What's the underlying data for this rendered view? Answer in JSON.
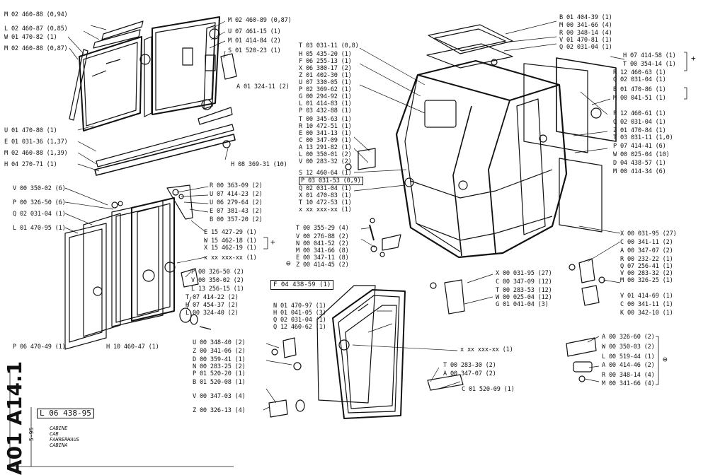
{
  "drawing": {
    "code": "A01 A14.1",
    "date": "5-95",
    "ref_box": "L 06 438-95",
    "titles": [
      "CABINE",
      "CAB",
      "FAHRERHAUS",
      "CABINA"
    ],
    "markers": {
      "plus": "+",
      "minus": "⊖"
    }
  },
  "labels": {
    "top_left_left": [
      "M 02 460-88 (0,94)",
      "L 02 460-87 (0,85)",
      "W 01 470-82 (1)",
      "M 02 460-88 (0,87)"
    ],
    "top_left_right": [
      "M 02 460-89 (0,87)",
      "U 07 461-15 (1)",
      "M 01 414-84 (2)",
      "S 01 520-23 (1)"
    ],
    "a01": "A 01 324-11 (2)",
    "window_lower": [
      "U 01 470-80 (1)",
      "E 01 031-36 (1,37)",
      "M 02 460-88 (1,39)",
      "H 04 270-71 (1)"
    ],
    "h08": "H 08 369-31 (10)",
    "door_left": [
      "V 00 350-02 (6)",
      "P 00 326-50 (6)",
      "Q 02 031-04 (1)",
      "L 01 470-95 (1)"
    ],
    "door_hinge": [
      "R 00 363-09 (2)",
      "U 07 414-23 (2)",
      "U 06 279-64 (2)",
      "E 07 381-43 (2)",
      "B 00 357-20 (2)"
    ],
    "door_mid": [
      "E 15 427-29 (1)",
      "W 15 462-18 (1)",
      "X 15 462-19 (1)",
      "x xx xxx-xx (1)"
    ],
    "door_lower": [
      "P 00 326-50 (2)",
      "V 00 350-02 (2)",
      "L 13 256-15 (1)"
    ],
    "door_bottom": [
      "T 07 414-22 (2)",
      "H 07 454-37 (2)",
      "L 00 324-40 (2)"
    ],
    "p06": "P 06 470-49 (1)",
    "h10": "H 10 460-47 (1)",
    "cab_left": [
      "T 03 031-11 (0,8)",
      "H 05 435-20 (1)",
      "F 06 255-13 (1)",
      "X 06 380-17 (2)",
      "Z 01 402-30 (1)",
      "U 07 330-05 (1)",
      "P 02 369-62 (1)",
      "G 00 294-92 (1)",
      "L 01 414-83 (1)",
      "P 03 432-88 (1)",
      "T 00 345-63 (1)",
      "R 10 472-51 (1)",
      "E 00 341-13 (1)",
      "C 00 347-09 (1)",
      "A 13 291-82 (1)",
      "L 00 350-01 (2)",
      "V 00 283-32 (2)"
    ],
    "s12": [
      "S 12 460-64 (1)",
      "P 03 031-53 (0,9)"
    ],
    "cab_left_lower": [
      "Q 02 031-04 (1)",
      "X 01 470-83 (1)",
      "T 10 472-53 (1)",
      "x xx xxx-xx (1)"
    ],
    "roof_right": [
      "B 01 404-39 (1)",
      "M 00 341-66 (4)",
      "R 00 348-14 (4)",
      "V 01 470-81 (1)",
      "Q 02 031-04 (1)"
    ],
    "rear_right": [
      "H 07 414-58 (1)",
      "T 00 354-14 (1)",
      "R 12 460-63 (1)",
      "Q 02 031-04 (1)",
      "B 01 470-86 (1)",
      "M 00 041-51 (1)"
    ],
    "cab_right": [
      "P 12 460-61 (1)",
      "Q 02 031-04 (1)",
      "Z 01 470-84 (1)",
      "T 03 031-11 (1,0)",
      "P 07 414-41 (6)",
      "W 00 025-04 (10)",
      "D 04 438-57 (1)",
      "M 00 414-34 (6)"
    ],
    "x00_27": "X 00 031-95 (27)",
    "bracket_right": [
      "C 00 341-11 (2)",
      "A 00 347-07 (2)",
      "R 00 232-22 (1)",
      "Q 07 256-41 (1)",
      "V 00 283-32 (2)",
      "M 00 326-25 (1)"
    ],
    "bracket_right_lower": [
      "V 01 414-69 (1)",
      "C 00 341-11 (1)",
      "K 00 342-10 (1)"
    ],
    "mid_small": [
      "T 00 355-29 (4)",
      "V 00 276-88 (2)",
      "N 00 041-52 (2)",
      "M 00 341-66 (8)",
      "E 00 347-11 (8)",
      "Z 00 414-45 (2)"
    ],
    "mid_center": [
      "X 00 031-95 (27)",
      "C 00 347-09 (12)",
      "T 00 283-53 (12)",
      "W 00 025-04 (12)",
      "G 01 041-04 (3)"
    ],
    "f04_box": "F 04 438-59 (1)",
    "door_right_top": [
      "N 01 470-97 (1)",
      "H 01 041-05 (3)"
    ],
    "door_right_q": [
      "Q 02 031-04 (1)",
      "Q 12 460-62 (1)"
    ],
    "xx_right": "x xx xxx-xx (1)",
    "door_right_lower": [
      "T 00 283-30 (2)",
      "A 00 347-07 (2)"
    ],
    "c01": "C 01 520-09 (1)",
    "mount_right": [
      "A 00 326-60 (2)",
      "W 00 350-03 (2)",
      "L 00 519-44 (1)",
      "A 00 414-46 (2)",
      "R 00 348-14 (4)",
      "M 00 341-66 (4)"
    ],
    "lock_parts": [
      "U 00 348-40 (2)",
      "Z 00 341-06 (2)",
      "D 00 359-41 (1)",
      "N 00 283-25 (2)",
      "P 01 520-20 (1)",
      "B 01 520-08 (1)"
    ],
    "lock_lower": [
      "V 00 347-03 (4)",
      "Z 00 326-13 (4)"
    ]
  }
}
